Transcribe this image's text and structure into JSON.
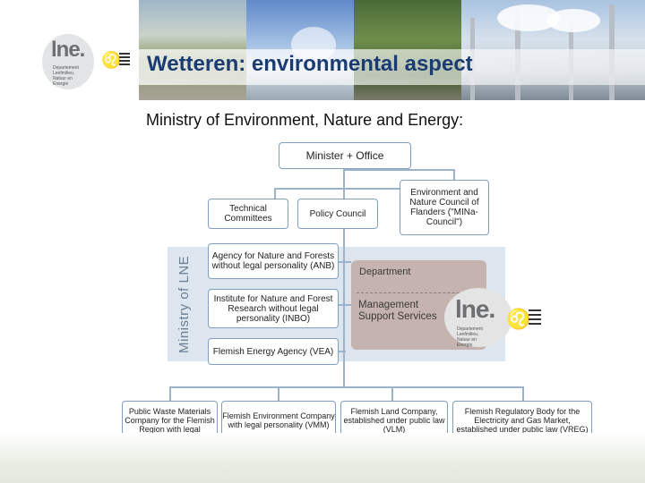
{
  "slide": {
    "title": "Wetteren: environmental aspect",
    "subtitle": "Ministry of Environment, Nature and Energy:"
  },
  "logo": {
    "text": "lne.",
    "subtext": "Departement Leefmilieu, Natuur en Energie"
  },
  "org_chart": {
    "minister": "Minister + Office",
    "technical_committees": "Technical Committees",
    "policy_council": "Policy Council",
    "mina_council": "Environment and Nature Council of Flanders (\"MINa-Council\")",
    "ministry_label": "Ministry of LNE",
    "anb": "Agency for Nature and Forests without legal personality (ANB)",
    "inbo": "Institute for Nature and Forest Research without legal personality (INBO)",
    "vea": "Flemish Energy Agency (VEA)",
    "department": "Department",
    "management_support": "Management Support Services",
    "inner_logo_text": "lne.",
    "inner_logo_subtext": "Departement Leefmilieu, Natuur en Energie",
    "ovam": "Public Waste Materials Company for the Flemish Region with legal personality (OVAM)",
    "vmm": "Flemish Environment Company with legal personality (VMM)",
    "vlm": "Flemish Land Company, established under public law (VLM)",
    "vreg": "Flemish Regulatory Body for the Electricity and Gas Market, established under public law (VREG)"
  },
  "icons": [
    "flemish-lion-icon"
  ]
}
